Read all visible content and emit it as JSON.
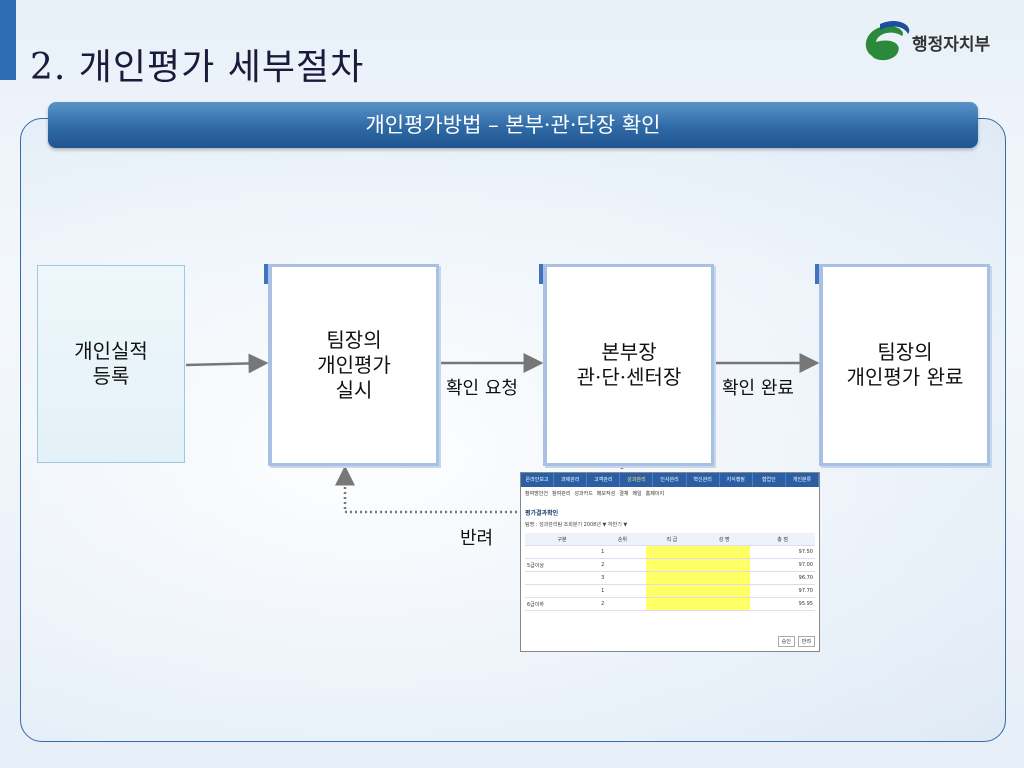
{
  "title": "2. 개인평가 세부절차",
  "logo_text": "행정자치부",
  "banner": "개인평가방법 – 본부·관·단장 확인",
  "boxes": {
    "b1": "개인실적\n등록",
    "b2": "팀장의\n개인평가\n실시",
    "b3": "본부장\n관·단·센터장",
    "b4": "팀장의\n개인평가 완료"
  },
  "labels": {
    "req": "확인 요청",
    "done": "확인 완료",
    "reject": "반려"
  },
  "colors": {
    "accent": "#2f6db3",
    "banner": "#2f6aa6",
    "arrow": "#777777"
  },
  "screenshot": {
    "nav": [
      "온라인보고",
      "과제관리",
      "고객관리",
      "성과관리",
      "인사관리",
      "혁신관리",
      "지식행정",
      "협업인",
      "개인분류"
    ],
    "nav_active": 3,
    "sub": [
      "참여방안건",
      "참여관리",
      "성과카드",
      "메모작성",
      "결재",
      "메일",
      "홈페이지"
    ],
    "heading": "평가결과확인",
    "filter": "팀명 : 성과관리팀   조회분기 2008년 ▼ 하반기 ▼",
    "headers": [
      "구분",
      "순위",
      "직 급",
      "성 명",
      "총 점"
    ],
    "rows": [
      {
        "group": "",
        "rank": "1",
        "score": "97.50"
      },
      {
        "group": "5급이상",
        "rank": "2",
        "score": "97.00"
      },
      {
        "group": "",
        "rank": "3",
        "score": "96.70"
      },
      {
        "group": "",
        "rank": "1",
        "score": "97.70"
      },
      {
        "group": "6급이하",
        "rank": "2",
        "score": "95.95"
      }
    ],
    "buttons": [
      "승인",
      "반려"
    ]
  }
}
